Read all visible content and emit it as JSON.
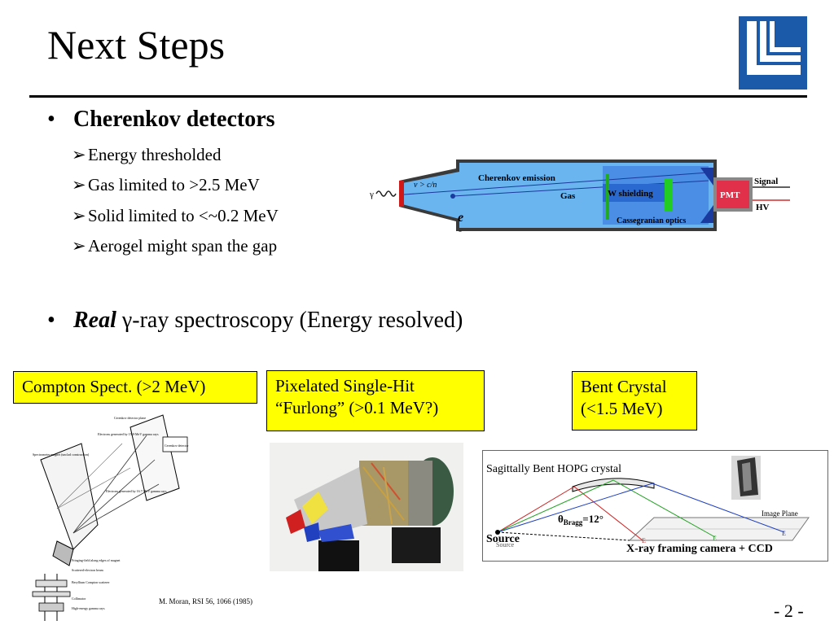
{
  "slide": {
    "title": "Next Steps",
    "page_number": "- 2 -"
  },
  "bullets": [
    {
      "marker": "•",
      "label": "Cherenkov detectors",
      "subitems": [
        "Energy thresholded",
        "Gas limited to >2.5 MeV",
        "Solid limited to <~0.2 MeV",
        "Aerogel might span the gap"
      ]
    },
    {
      "marker": "•",
      "emphasis": "Real",
      "rest": " γ-ray spectroscopy (Energy resolved)"
    }
  ],
  "sub_marker": "➢",
  "cherenkov_diagram": {
    "gamma_label": "γ",
    "velocity_label": "v > c/n",
    "electron_label": "e",
    "electron_sup": "-",
    "emission_label": "Cherenkov emission",
    "gas_label": "Gas",
    "shielding_label": "W shielding",
    "optics_label": "Cassegranian optics",
    "pmt_label": "PMT",
    "signal_label": "Signal",
    "hv_label": "HV"
  },
  "boxes": {
    "compton": "Compton Spect. (>2 MeV)",
    "pixelated_line1": "Pixelated Single-Hit",
    "pixelated_line2": "“Furlong” (>0.1 MeV?)",
    "bent_line1": "Bent Crystal",
    "bent_line2": "(<1.5 MeV)"
  },
  "bragg_diagram": {
    "crystal_label": "Sagittally Bent HOPG crystal",
    "theta_label": "θ",
    "theta_sub": "Bragg",
    "theta_value": "=12°",
    "image_plane_label": "Image Plane",
    "source_label": "Source",
    "source_small_label": "Source",
    "camera_label": "X-ray framing camera + CCD"
  },
  "compton_diagram": {
    "labels": [
      "Cerenkov detector plane",
      "Electrons generated by 15.8-MeV gamma rays",
      "Spectrometer magnet (unclad construction)",
      "Electrons generated by 16.7-MeV gamma rays",
      "Cerenkov detector",
      "Fringing-field along edges of magnet",
      "Scattered-electron beam",
      "Beryllium Compton scatterer",
      "Collimator",
      "High-energy gamma rays"
    ]
  },
  "citation": "M. Moran, RSI 56, 1066 (1985)",
  "colors": {
    "logo_blue": "#1a5aa8",
    "box_yellow": "#ffff00",
    "detector_blue": "#2a6ad0",
    "pmt_red": "#e0304a",
    "shield_green": "#22cc22"
  }
}
